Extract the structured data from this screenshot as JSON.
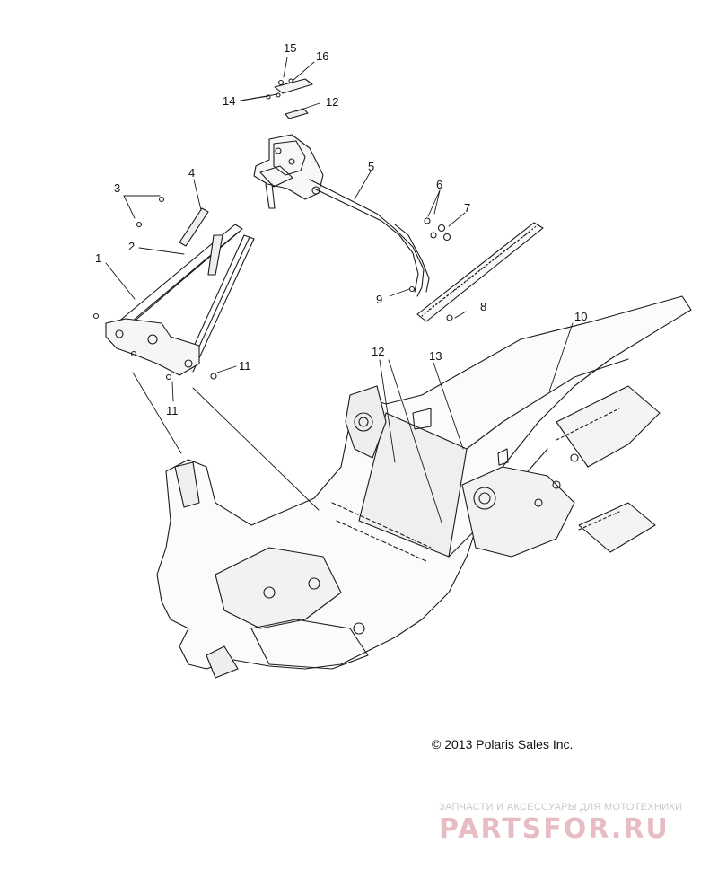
{
  "diagram": {
    "callouts": [
      {
        "id": "c1",
        "label": "1"
      },
      {
        "id": "c2",
        "label": "2"
      },
      {
        "id": "c3",
        "label": "3"
      },
      {
        "id": "c4",
        "label": "4"
      },
      {
        "id": "c5",
        "label": "5"
      },
      {
        "id": "c6",
        "label": "6"
      },
      {
        "id": "c7",
        "label": "7"
      },
      {
        "id": "c8",
        "label": "8"
      },
      {
        "id": "c9",
        "label": "9"
      },
      {
        "id": "c10",
        "label": "10"
      },
      {
        "id": "c11a",
        "label": "11"
      },
      {
        "id": "c11b",
        "label": "11"
      },
      {
        "id": "c12a",
        "label": "12"
      },
      {
        "id": "c12b",
        "label": "12"
      },
      {
        "id": "c13",
        "label": "13"
      },
      {
        "id": "c14",
        "label": "14"
      },
      {
        "id": "c15",
        "label": "15"
      },
      {
        "id": "c16",
        "label": "16"
      }
    ],
    "copyright": "© 2013 Polaris Sales Inc."
  },
  "watermark": {
    "tagline": "ЗАПЧАСТИ И АКСЕССУАРЫ ДЛЯ МОТОТЕХНИКИ",
    "brand": "PARTSFOR.RU"
  }
}
